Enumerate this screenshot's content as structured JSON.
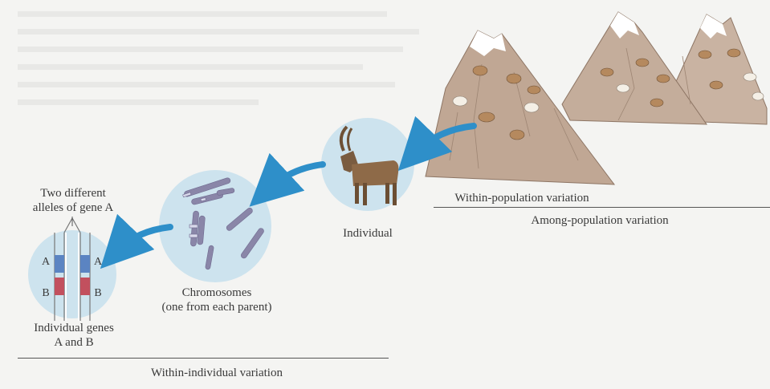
{
  "labels": {
    "two_different_alleles_line1": "Two different",
    "two_different_alleles_line2": "alleles of gene A",
    "allele_a_left": "A",
    "allele_a_right": "A",
    "allele_b_left": "B",
    "allele_b_right": "B",
    "individual_genes_line1": "Individual genes",
    "individual_genes_line2": "A and B",
    "chromosomes_line1": "Chromosomes",
    "chromosomes_line2": "(one from each parent)",
    "individual": "Individual",
    "within_population": "Within-population variation",
    "among_population": "Among-population variation",
    "within_individual": "Within-individual variation"
  },
  "colors": {
    "circle_fill": "#cde3ee",
    "arrow": "#2e8fc9",
    "mountain": "#c2aa98",
    "snow": "#ffffff",
    "goat": "#8a6a4a",
    "chromosome": "#8a86a8",
    "allele_blue": "#5b84c2",
    "allele_red": "#c2505e"
  }
}
